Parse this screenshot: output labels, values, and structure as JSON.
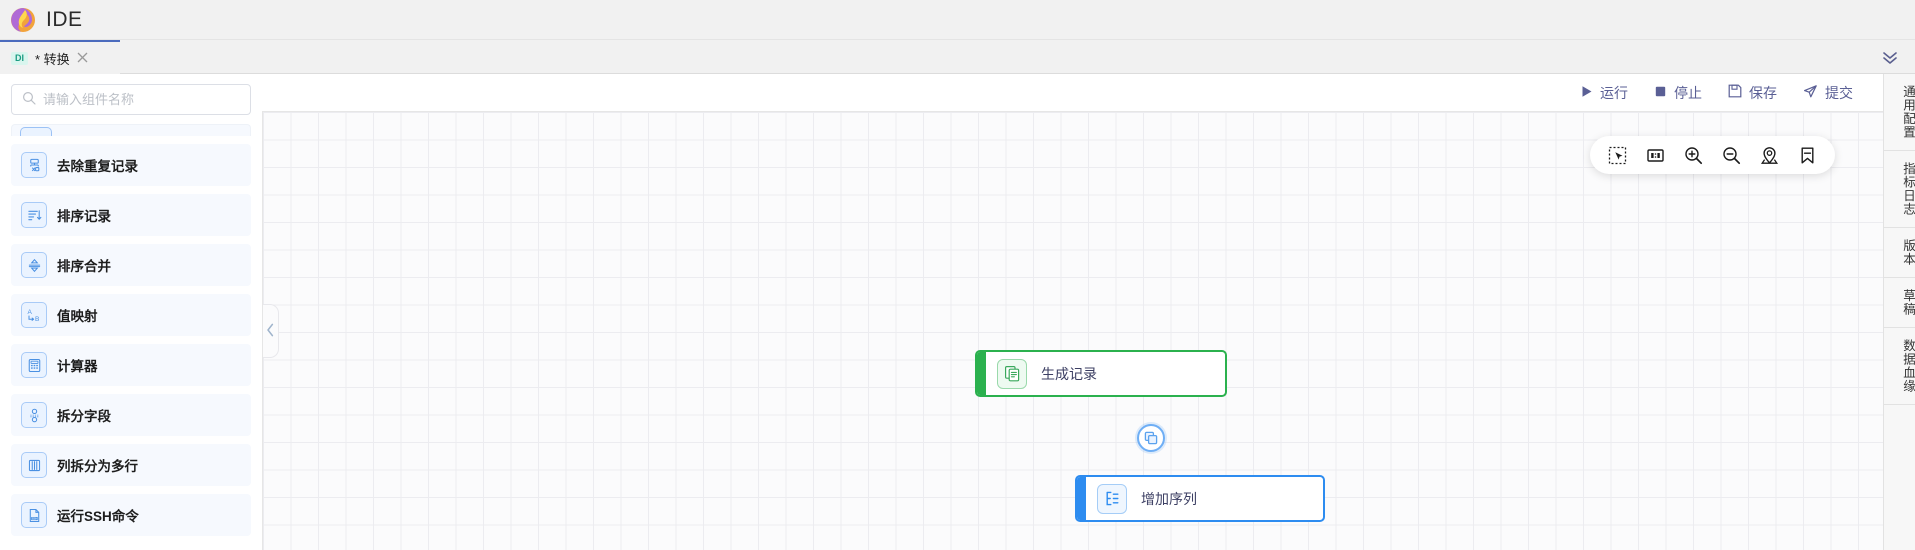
{
  "titlebar": {
    "app_name": "IDE",
    "logo_icon": "flame-logo-icon"
  },
  "tab": {
    "badge": "DI",
    "title": "* 转换",
    "close_icon": "close-icon",
    "collapse_icon": "chevron-double-down-icon"
  },
  "sidebar": {
    "search": {
      "placeholder": "请输入组件名称",
      "value": "",
      "icon": "search-icon"
    },
    "items": [
      {
        "label": "去除重复记录",
        "icon": "dedupe-icon"
      },
      {
        "label": "排序记录",
        "icon": "sort-records-icon"
      },
      {
        "label": "排序合并",
        "icon": "sort-merge-icon"
      },
      {
        "label": "值映射",
        "icon": "value-mapper-icon"
      },
      {
        "label": "计算器",
        "icon": "calculator-icon"
      },
      {
        "label": "拆分字段",
        "icon": "split-field-icon"
      },
      {
        "label": "列拆分为多行",
        "icon": "split-column-to-rows-icon"
      },
      {
        "label": "运行SSH命令",
        "icon": "ssh-file-icon"
      }
    ],
    "collapse_handle_icon": "chevron-left-icon"
  },
  "toolbar": {
    "buttons": [
      {
        "label": "运行",
        "icon": "play-icon"
      },
      {
        "label": "停止",
        "icon": "stop-icon"
      },
      {
        "label": "保存",
        "icon": "save-icon"
      },
      {
        "label": "提交",
        "icon": "send-icon"
      }
    ]
  },
  "canvas_toolbar": {
    "icons": [
      "marquee-select-icon",
      "fit-view-icon",
      "zoom-in-icon",
      "zoom-out-icon",
      "locate-icon",
      "bookmark-icon"
    ]
  },
  "canvas": {
    "nodes": [
      {
        "id": "node-1",
        "label": "生成记录",
        "icon": "generate-records-icon",
        "color": "#2bb14e"
      },
      {
        "id": "node-2",
        "label": "增加序列",
        "icon": "add-sequence-icon",
        "color": "#2d8cf0"
      }
    ],
    "edge": {
      "from": "node-1",
      "to": "node-2",
      "badge_icon": "copy-icon",
      "badge_color": "#6eaef5"
    }
  },
  "right_rail": {
    "items": [
      {
        "label": "通用配置"
      },
      {
        "label": "指标日志"
      },
      {
        "label": "版本"
      },
      {
        "label": "草稿"
      },
      {
        "label": "数据血缘"
      }
    ]
  }
}
